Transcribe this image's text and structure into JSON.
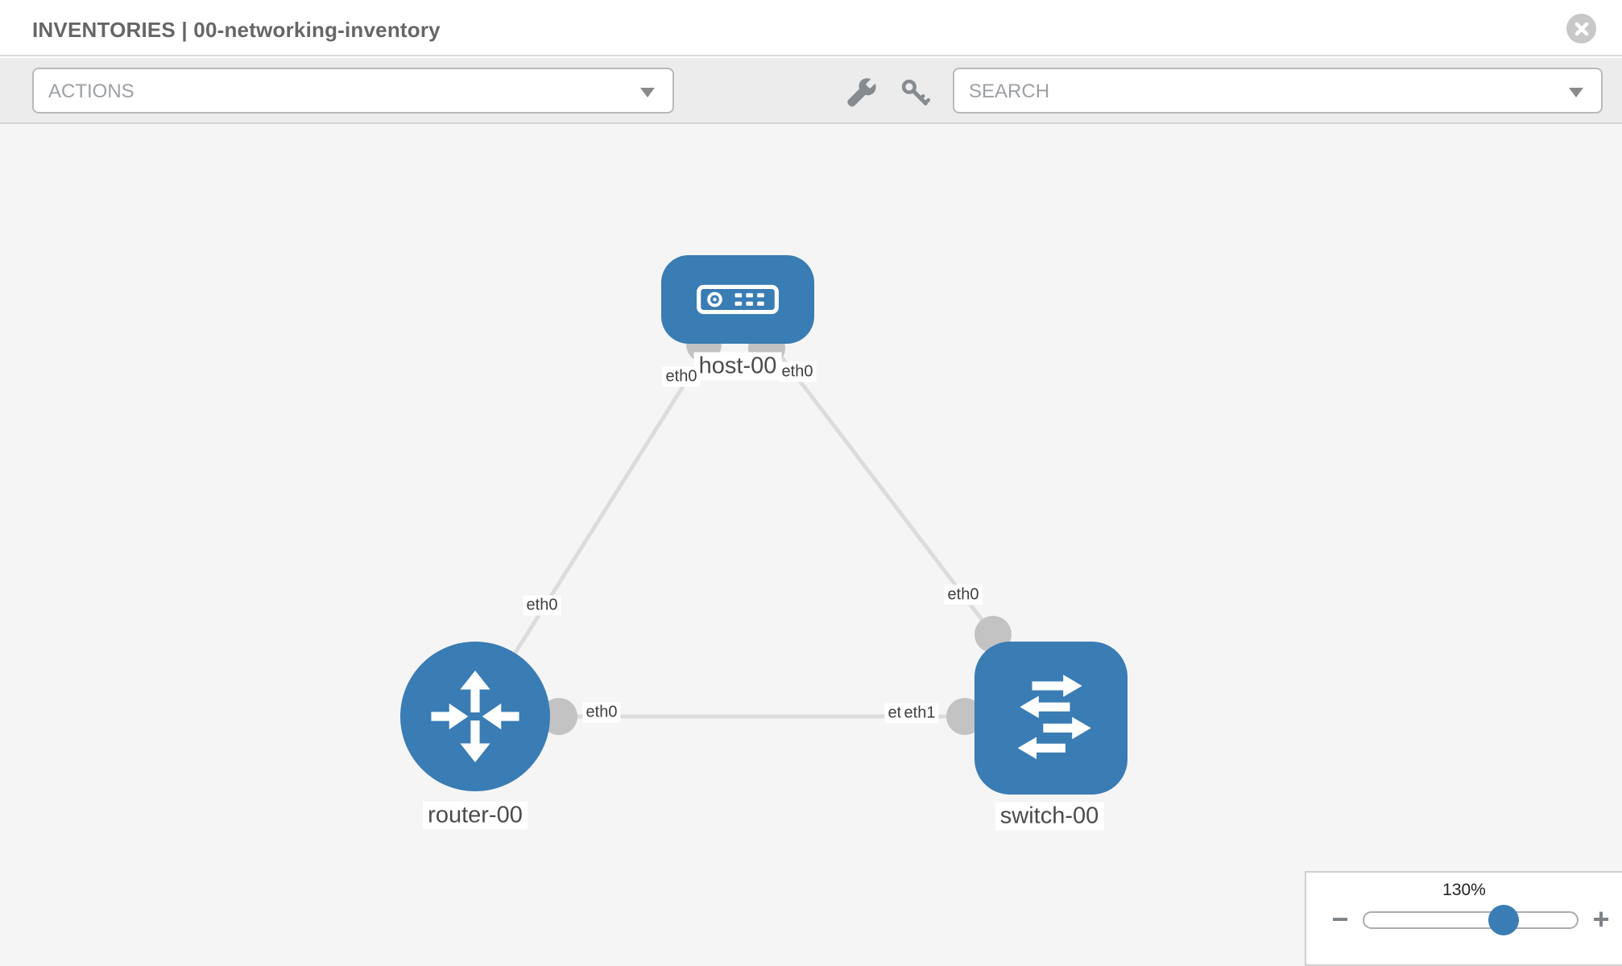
{
  "header": {
    "title": "INVENTORIES | 00-networking-inventory"
  },
  "toolbar": {
    "actions_label": "ACTIONS",
    "search_placeholder": "SEARCH"
  },
  "icons": {
    "close": "circled-x",
    "wrench": "wrench",
    "key": "key",
    "chevron": "caret-down-triangle",
    "host": "server-box",
    "router": "four-way-arrows",
    "switch": "crossing-arrows"
  },
  "colors": {
    "node_blue": "#3a7cb4",
    "link_gray": "#dcdcdc",
    "connector_gray": "#c3c3c3",
    "canvas_bg": "#f5f5f5",
    "toolbar_bg": "#ececec"
  },
  "topology": {
    "nodes": {
      "host": {
        "label": "host-00",
        "type": "host"
      },
      "router": {
        "label": "router-00",
        "type": "router"
      },
      "switch": {
        "label": "switch-00",
        "type": "switch"
      }
    },
    "links": [
      {
        "from": "host-00",
        "to": "router-00",
        "from_if": "eth0",
        "to_if": "eth0"
      },
      {
        "from": "host-00",
        "to": "switch-00",
        "from_if": "eth0",
        "to_if": "eth0"
      },
      {
        "from": "router-00",
        "to": "switch-00",
        "from_if": "eth0",
        "to_if": "eth1"
      }
    ],
    "interfaces": {
      "host_side_router_link": "eth0",
      "host_side_switch_link": "eth0",
      "router_side_host_link": "eth0",
      "switch_side_host_link": "eth0",
      "router_side_switch_link": "eth0",
      "switch_side_back": "eth0",
      "switch_side_front": "eth1"
    }
  },
  "zoom_control": {
    "level": "130%",
    "minus": "−",
    "plus": "+"
  }
}
